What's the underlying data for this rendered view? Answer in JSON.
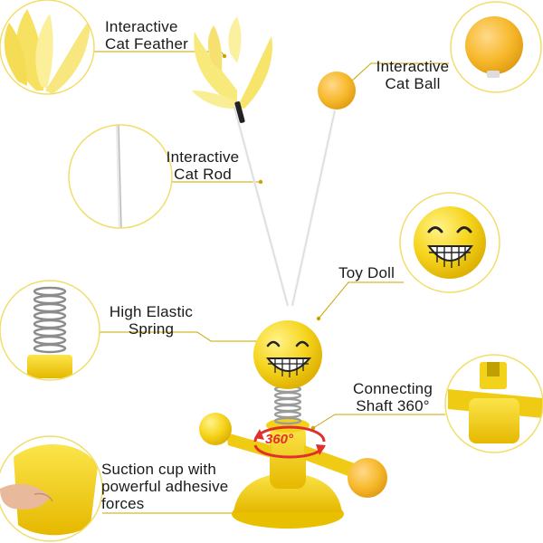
{
  "labels": {
    "feather": [
      "Interactive",
      "Cat Feather"
    ],
    "ball": [
      "Interactive",
      "Cat Ball"
    ],
    "rod": [
      "Interactive",
      "Cat Rod"
    ],
    "doll": [
      "Toy Doll"
    ],
    "spring": [
      "High Elastic",
      "Spring"
    ],
    "shaft": [
      "Connecting",
      "Shaft 360°"
    ],
    "suction": [
      "Suction cup with",
      "powerful adhesive",
      "forces"
    ]
  },
  "rotation_text": "360°",
  "colors": {
    "yellow": "#f6d51e",
    "yellow_dark": "#e2b800",
    "ball": "#f7b92c",
    "circle_border": "#f1de6a",
    "leader": "#c9a400",
    "rotation": "#e0302c"
  }
}
